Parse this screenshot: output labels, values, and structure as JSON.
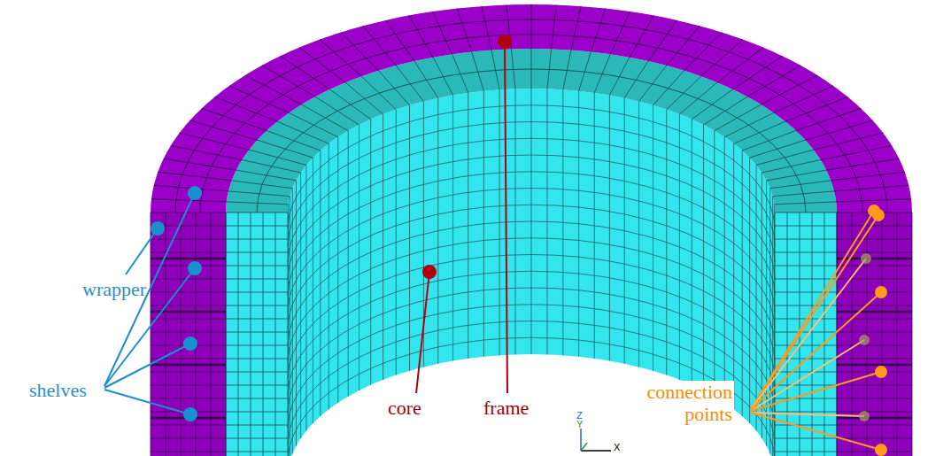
{
  "diagram": {
    "labels": [
      "wrapper",
      "shelves",
      "core",
      "frame",
      "connection points",
      "Z",
      "Y",
      "X"
    ]
  }
}
